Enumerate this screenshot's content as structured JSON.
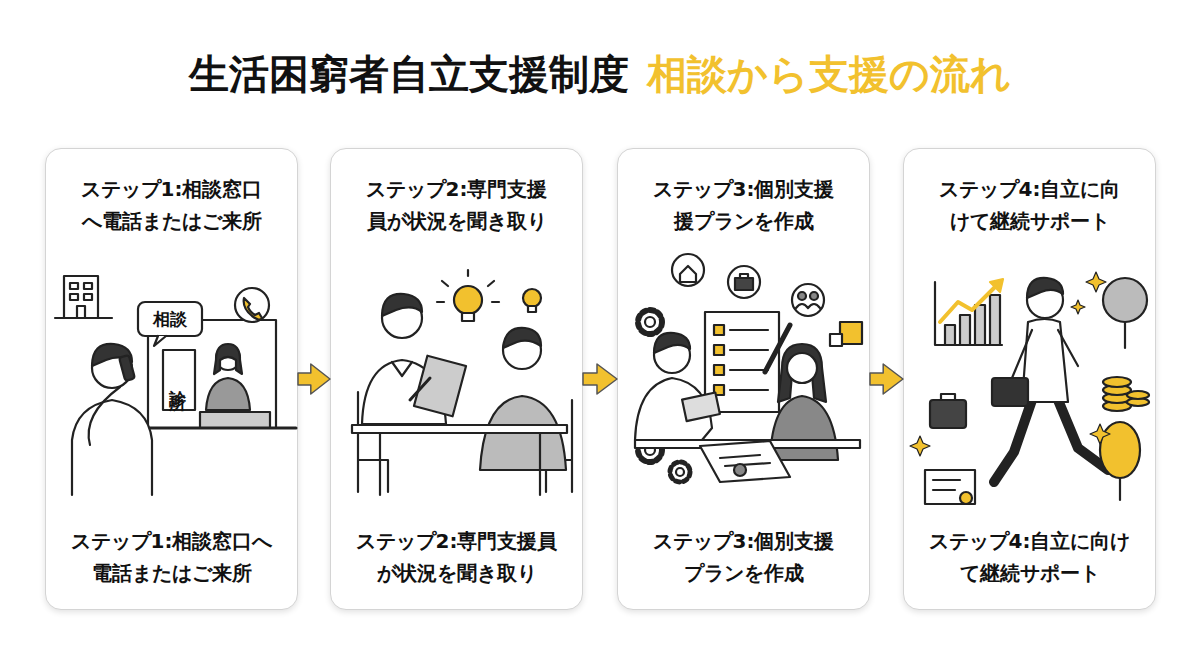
{
  "diagram": {
    "title": "生活困窮者自立支援制度",
    "nodes": [
      {
        "text": [
          "ステップ1:相談窓口 へ電話またはご来所",
          "ステップ1:相談窓口へ 電話またはご来所"
        ]
      },
      {
        "text": [
          "ステップ2:専門支援 員が状況を聞き取り",
          "ステップ2:専門支援員 が状況を聞き取り"
        ]
      },
      {
        "text": [
          "ステップ3:個別支援 援プランを作成",
          "ステップ3:個別支援 プランを作成"
        ]
      },
      {
        "text": [
          "ステップ4:自立に向 けて継続サポート",
          "ステップ4:自立に向け て継続サポート"
        ]
      }
    ],
    "edges": [
      {
        "from": 0,
        "to": 1,
        "arrow": "to"
      },
      {
        "from": 1,
        "to": 2,
        "arrow": "to"
      },
      {
        "from": 2,
        "to": 3,
        "arrow": "to"
      }
    ],
    "labels": [
      "相談から支援の流れ",
      "相談",
      "診所"
    ]
  }
}
